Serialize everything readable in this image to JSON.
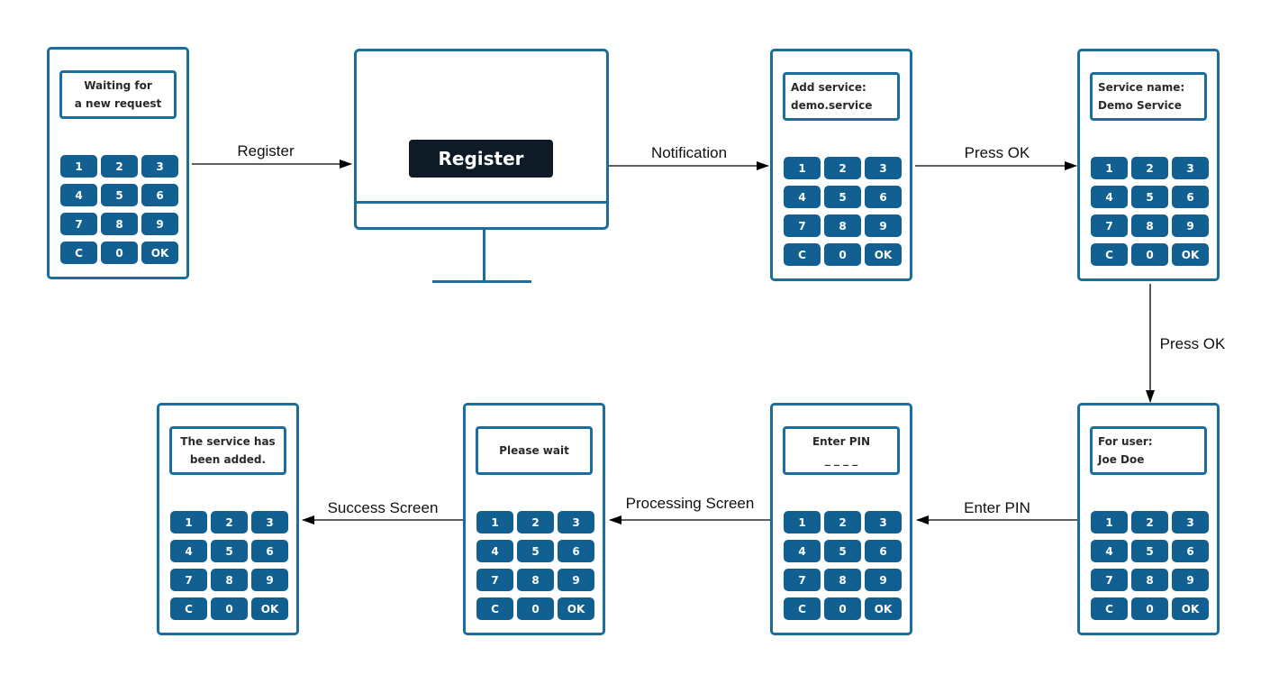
{
  "monitor": {
    "button_label": "Register"
  },
  "devices": [
    {
      "screen": [
        "Waiting for",
        "a new request"
      ]
    },
    {
      "screen": [
        "Add service:",
        "demo.service"
      ]
    },
    {
      "screen": [
        "Service name:",
        "Demo Service"
      ]
    },
    {
      "screen": [
        "For user:",
        "Joe Doe"
      ]
    },
    {
      "screen": [
        "Enter PIN",
        "_ _ _ _"
      ]
    },
    {
      "screen": [
        "Please wait"
      ]
    },
    {
      "screen": [
        "The service has",
        "been added."
      ]
    }
  ],
  "keypad_keys": [
    "1",
    "2",
    "3",
    "4",
    "5",
    "6",
    "7",
    "8",
    "9",
    "C",
    "0",
    "OK"
  ],
  "arrows": [
    {
      "label": "Register"
    },
    {
      "label": "Notification"
    },
    {
      "label": "Press OK"
    },
    {
      "label": "Press OK"
    },
    {
      "label": "Enter PIN"
    },
    {
      "label": "Processing Screen"
    },
    {
      "label": "Success Screen"
    }
  ],
  "colors": {
    "frame": "#1b6d9e",
    "key": "#125f91",
    "button": "#0e1b26"
  }
}
